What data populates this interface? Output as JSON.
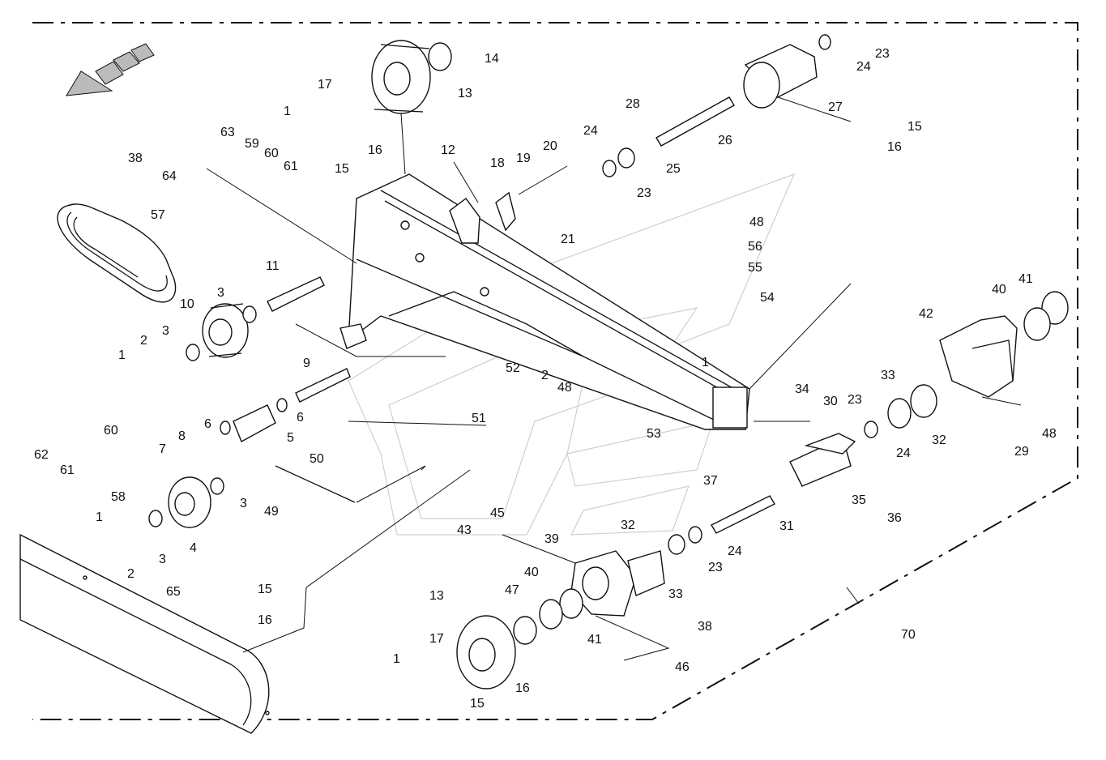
{
  "callouts": [
    "1",
    "2",
    "3",
    "4",
    "5",
    "6",
    "7",
    "8",
    "9",
    "10",
    "11",
    "12",
    "13",
    "14",
    "15",
    "16",
    "17",
    "18",
    "19",
    "20",
    "21",
    "23",
    "24",
    "25",
    "26",
    "27",
    "28",
    "29",
    "30",
    "31",
    "32",
    "33",
    "34",
    "35",
    "36",
    "37",
    "38",
    "39",
    "40",
    "41",
    "42",
    "43",
    "45",
    "46",
    "47",
    "48",
    "49",
    "50",
    "51",
    "52",
    "53",
    "54",
    "55",
    "56",
    "57",
    "58",
    "59",
    "60",
    "61",
    "62",
    "63",
    "64",
    "65",
    "70"
  ]
}
